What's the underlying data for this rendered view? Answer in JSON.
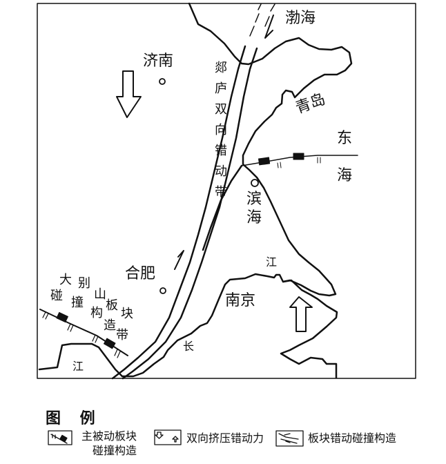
{
  "map": {
    "labels": {
      "bohai": "渤海",
      "jinan": "济南",
      "tanlu": "郯庐双向错动带",
      "qingdao": "青岛",
      "donghai_1": "东",
      "donghai_2": "海",
      "binhai_1": "滨",
      "binhai_2": "海",
      "hefei": "合肥",
      "nanjing": "南京",
      "jiang_north": "江",
      "chang": "长",
      "jiang_south": "江",
      "dabie": [
        "大",
        "别",
        "山",
        "板",
        "块",
        "碰",
        "撞",
        "构",
        "造",
        "带"
      ]
    }
  },
  "legend": {
    "title": "图 例",
    "items": [
      {
        "icon": "subduction-icon",
        "label_line1": "主被动板块",
        "label_line2": "碰撞构造"
      },
      {
        "icon": "compression-arrows-icon",
        "label": "双向挤压错动力"
      },
      {
        "icon": "strike-slip-icon",
        "label": "板块错动碰撞构造"
      }
    ]
  }
}
